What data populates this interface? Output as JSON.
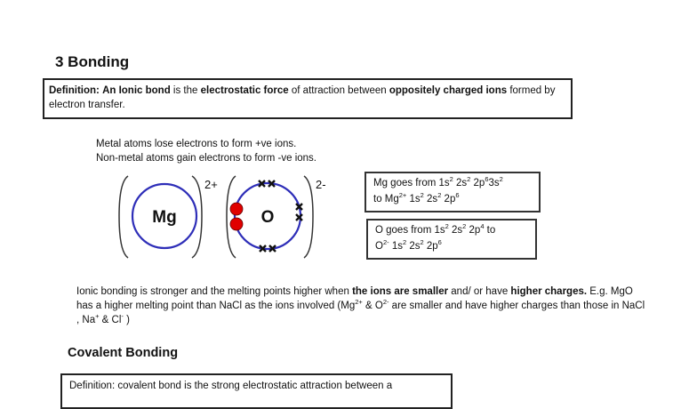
{
  "section": {
    "title": "3 Bonding"
  },
  "ionic_definition": {
    "label": "Definition:",
    "term": "An Ionic bond",
    "text_1": " is the ",
    "bold_2": "electrostatic force",
    "text_3": " of attraction between ",
    "bold_4": "oppositely charged ions",
    "text_5": " formed by electron transfer."
  },
  "intro": {
    "line_1": "Metal atoms lose electrons to form +ve ions.",
    "line_2": "Non-metal atoms gain electrons to form  -ve ions."
  },
  "diagram": {
    "mg_label": "Mg",
    "mg_charge": "2+",
    "o_label": "O",
    "o_charge": "2-",
    "circle_color": "#2e2eb8",
    "electron_color": "#e00000",
    "cross_symbol": "x"
  },
  "info_boxes": [
    {
      "prefix": "Mg goes from 1s",
      "config_from": [
        "2",
        " 2s",
        "2",
        " 2p",
        "6",
        "3s",
        "2"
      ],
      "line_2_prefix": "to Mg",
      "ion_charge": "2+",
      "config_to": [
        " 1s",
        "2",
        " 2s",
        "2",
        " 2p",
        "6"
      ]
    },
    {
      "prefix": "O goes from 1s",
      "config_from": [
        "2",
        " 2s",
        "2",
        " 2p",
        "4"
      ],
      "suffix": " to",
      "line_2_prefix": "O",
      "ion_charge": "2-",
      "config_to": [
        " 1s",
        "2",
        " 2s",
        "2",
        " 2p",
        "6"
      ]
    }
  ],
  "paragraph": {
    "t1": "Ionic bonding is stronger and the melting points higher when ",
    "b1": "the ions are smaller",
    "t2": " and/ or have ",
    "b2": "higher charges.",
    "t3": " E.g. MgO has a higher melting point than NaCl as the ions involved (Mg",
    "s1": "2+",
    "t4": " & O",
    "s2": "2-",
    "t5": " are smaller and have higher charges than those in NaCl , Na",
    "s3": "+",
    "t6": " & Cl",
    "s4": "-",
    "t7": " )"
  },
  "covalent": {
    "title": "Covalent Bonding",
    "definition": "Definition: covalent bond is the strong electrostatic attraction between a"
  }
}
